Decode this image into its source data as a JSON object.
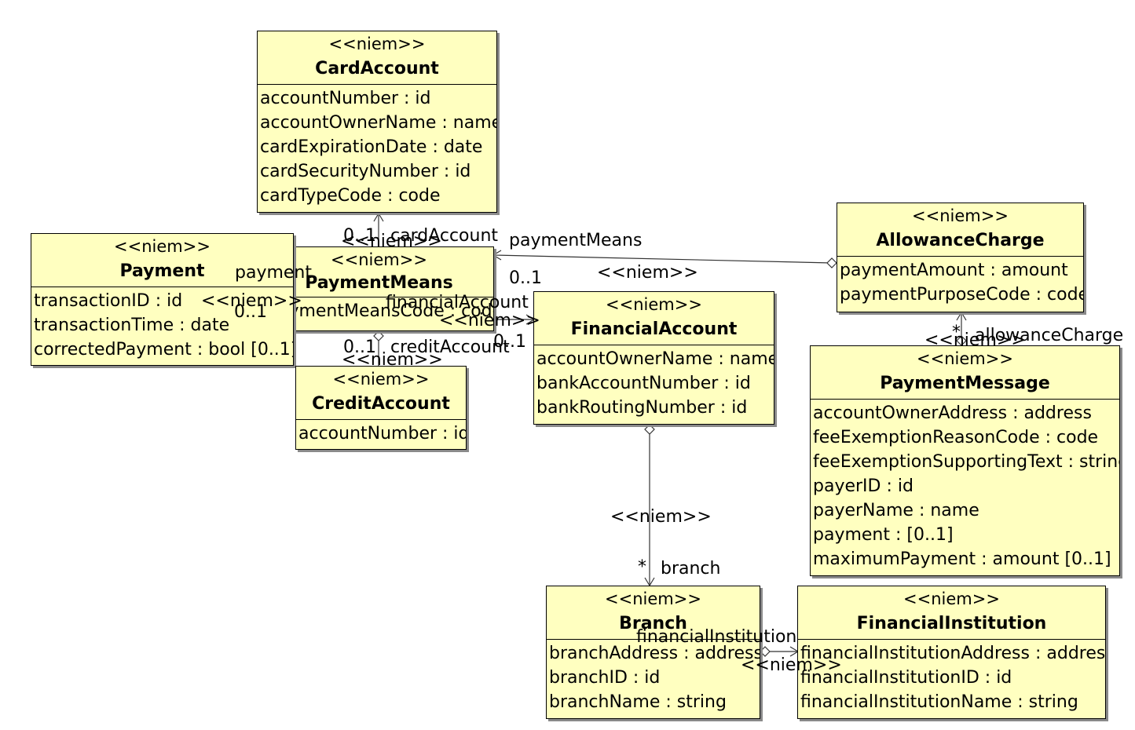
{
  "stereotype": "<<niem>>",
  "classes": {
    "card_account": {
      "name": "CardAccount",
      "attributes": [
        "accountNumber : id",
        "accountOwnerName : name",
        "cardExpirationDate : date",
        "cardSecurityNumber : id",
        "cardTypeCode : code"
      ]
    },
    "payment": {
      "name": "Payment",
      "attributes": [
        "transactionID : id",
        "transactionTime : date",
        "correctedPayment : bool [0..1]"
      ]
    },
    "payment_means": {
      "name": "PaymentMeans",
      "attributes": [
        "paymentMeansCode : code"
      ]
    },
    "credit_account": {
      "name": "CreditAccount",
      "attributes": [
        "accountNumber : id"
      ]
    },
    "financial_account": {
      "name": "FinancialAccount",
      "attributes": [
        "accountOwnerName : name",
        "bankAccountNumber : id",
        "bankRoutingNumber : id"
      ]
    },
    "allowance_charge": {
      "name": "AllowanceCharge",
      "attributes": [
        "paymentAmount : amount",
        "paymentPurposeCode : code"
      ]
    },
    "payment_message": {
      "name": "PaymentMessage",
      "attributes": [
        "accountOwnerAddress : address",
        "feeExemptionReasonCode : code",
        "feeExemptionSupportingText : string",
        "payerID : id",
        "payerName : name",
        "payment :  [0..1]",
        "maximumPayment : amount [0..1]"
      ]
    },
    "branch": {
      "name": "Branch",
      "attributes": [
        "branchAddress : address",
        "branchID : id",
        "branchName : string"
      ]
    },
    "financial_institution": {
      "name": "FinancialInstitution",
      "attributes": [
        "financialInstitutionAddress : address",
        "financialInstitutionID : id",
        "financialInstitutionName : string"
      ]
    }
  },
  "associations": {
    "card_account": {
      "role": "cardAccount",
      "multiplicity": "0..1",
      "stereotype": "<<niem>>"
    },
    "payment": {
      "role": "payment",
      "multiplicity": "0..1",
      "stereotype": "<<niem>>"
    },
    "financial_account": {
      "role": "financialAccount",
      "multiplicity": "0..1",
      "stereotype": "<<niem>>"
    },
    "credit_account": {
      "role": "creditAccount",
      "multiplicity": "0..1",
      "stereotype": "<<niem>>"
    },
    "payment_means": {
      "role": "paymentMeans",
      "multiplicity": "0..1",
      "stereotype": "<<niem>>"
    },
    "allowance_charge": {
      "role": "allowanceCharge",
      "multiplicity": "*",
      "stereotype": "<<niem>>"
    },
    "branch": {
      "role": "branch",
      "multiplicity": "*",
      "stereotype": "<<niem>>"
    },
    "financial_institution": {
      "role": "financialInstitution",
      "stereotype": "<<niem>>"
    }
  }
}
